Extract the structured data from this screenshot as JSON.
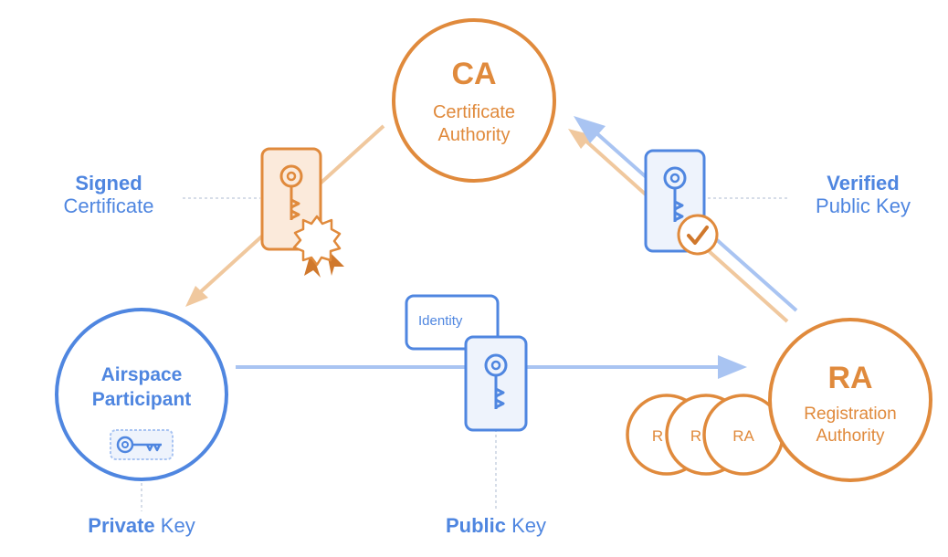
{
  "colors": {
    "orange": "#e08a3c",
    "orange_light": "#f0c89e",
    "blue": "#4f86e0",
    "blue_light": "#a9c4f2",
    "dotted": "#c8d2e0",
    "tag_fill": "#eef3fc"
  },
  "ca": {
    "abbr": "CA",
    "line1": "Certificate",
    "line2": "Authority"
  },
  "ra": {
    "abbr": "RA",
    "line1": "Registration",
    "line2": "Authority",
    "stack_label_1": "R",
    "stack_label_2": "R",
    "stack_label_3": "RA"
  },
  "participant": {
    "line1": "Airspace",
    "line2": "Participant"
  },
  "labels": {
    "signed_bold": "Signed",
    "signed_rest": "Certificate",
    "verified_bold": "Verified",
    "verified_rest": "Public Key",
    "private_bold": "Private",
    "private_rest": " Key",
    "public_bold": "Public",
    "public_rest": " Key",
    "identity": "Identity"
  },
  "icons": [
    "key-icon",
    "seal-ribbon-icon",
    "checkmark-icon",
    "arrow-icon"
  ]
}
